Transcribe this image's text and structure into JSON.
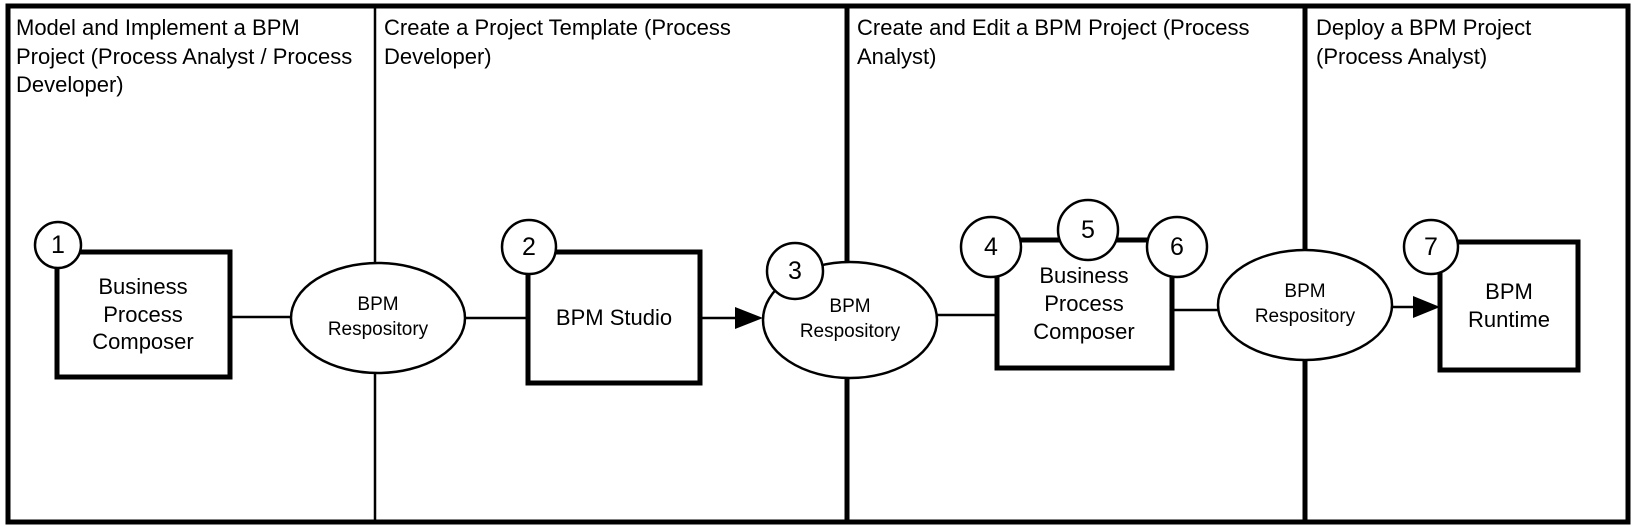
{
  "diagram": {
    "title": "BPM project lifecycle swimlane diagram",
    "colors": {
      "stroke": "#000000",
      "fill": "#ffffff",
      "text": "#000000"
    },
    "lanes": [
      {
        "header": "Model and Implement a BPM Project (Process Analyst / Process Developer)"
      },
      {
        "header": "Create a Project Template (Process Developer)"
      },
      {
        "header": "Create and Edit a BPM Project (Process Analyst)"
      },
      {
        "header": "Deploy a BPM Project (Process Analyst)"
      }
    ],
    "nodes": [
      {
        "id": "business-process-composer-1",
        "type": "box",
        "label": "Business Process Composer"
      },
      {
        "id": "bpm-repository-1",
        "type": "ellipse",
        "label": "BPM Respository"
      },
      {
        "id": "bpm-studio",
        "type": "box",
        "label": "BPM Studio"
      },
      {
        "id": "bpm-repository-2",
        "type": "ellipse",
        "label": "BPM Respository"
      },
      {
        "id": "business-process-composer-2",
        "type": "box",
        "label": "Business Process Composer"
      },
      {
        "id": "bpm-repository-3",
        "type": "ellipse",
        "label": "BPM Respository"
      },
      {
        "id": "bpm-runtime",
        "type": "box",
        "label": "BPM Runtime"
      }
    ],
    "badges": [
      {
        "number": "1"
      },
      {
        "number": "2"
      },
      {
        "number": "3"
      },
      {
        "number": "4"
      },
      {
        "number": "5"
      },
      {
        "number": "6"
      },
      {
        "number": "7"
      }
    ],
    "connectors": [
      {
        "from": "business-process-composer-1",
        "to": "bpm-repository-1",
        "arrow": false
      },
      {
        "from": "bpm-repository-1",
        "to": "bpm-studio",
        "arrow": false
      },
      {
        "from": "bpm-studio",
        "to": "bpm-repository-2",
        "arrow": true
      },
      {
        "from": "bpm-repository-2",
        "to": "business-process-composer-2",
        "arrow": false
      },
      {
        "from": "business-process-composer-2",
        "to": "bpm-repository-3",
        "arrow": false
      },
      {
        "from": "bpm-repository-3",
        "to": "bpm-runtime",
        "arrow": true
      }
    ]
  }
}
